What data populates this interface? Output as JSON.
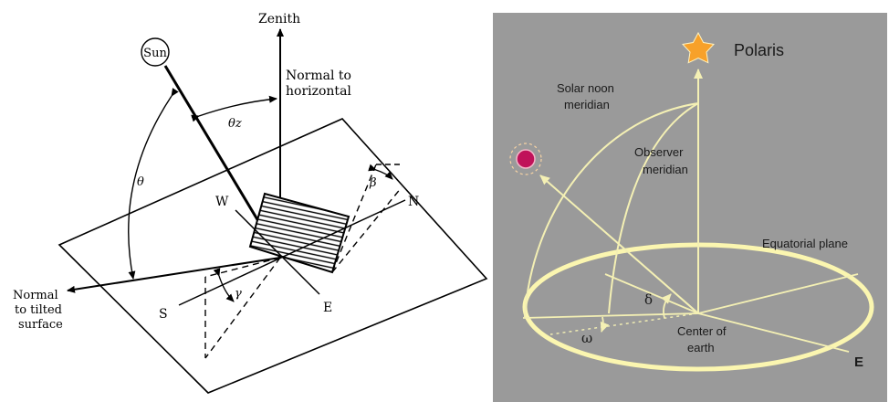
{
  "left_diagram": {
    "sun": "Sun",
    "zenith": "Zenith",
    "normal_horizontal_1": "Normal to",
    "normal_horizontal_2": "horizontal",
    "theta_z": "θz",
    "theta": "θ",
    "west": "W",
    "north": "N",
    "south": "S",
    "east": "E",
    "beta": "β",
    "gamma": "γ",
    "normal_tilted_1": "Normal",
    "normal_tilted_2": "to tilted",
    "normal_tilted_3": "surface"
  },
  "right_diagram": {
    "polaris": "Polaris",
    "solar_noon_1": "Solar noon",
    "solar_noon_2": "meridian",
    "observer_1": "Observer",
    "observer_2": "meridian",
    "equatorial": "Equatorial plane",
    "delta": "δ",
    "omega": "ω",
    "center_1": "Center of",
    "center_2": "earth",
    "east": "E"
  },
  "colors": {
    "panel_bg": "#9a9a9a",
    "line_yellow": "#f4f0b4",
    "ellipse_yellow": "#fbf6b0",
    "star_orange": "#f7a12a",
    "sun_magenta": "#c0125a"
  }
}
